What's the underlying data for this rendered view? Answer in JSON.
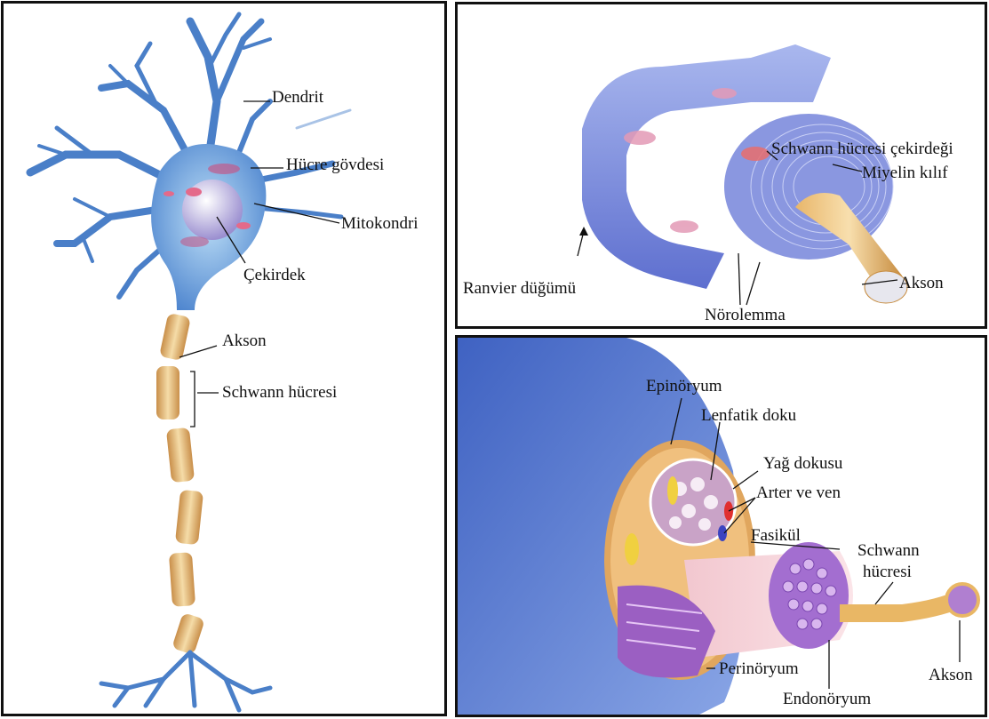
{
  "neuron": {
    "dendrit": "Dendrit",
    "hucre_govdesi": "Hücre gövdesi",
    "mitokondri": "Mitokondri",
    "cekirdek": "Çekirdek",
    "akson": "Akson",
    "schwann_hucresi": "Schwann hücresi"
  },
  "myelin": {
    "schwann_cekirdegi": "Schwann hücresi çekirdeği",
    "miyelin_kilif": "Miyelin kılıf",
    "ranvier": "Ranvier düğümü",
    "norolemma": "Nörolemma",
    "akson": "Akson"
  },
  "nerve": {
    "epinoryum": "Epinöryum",
    "lenfatik": "Lenfatik doku",
    "yag": "Yağ dokusu",
    "arter": "Arter ve ven",
    "fasikul": "Fasikül",
    "schwann_1": "Schwann",
    "schwann_2": "hücresi",
    "akson": "Akson",
    "perinoryum": "Perinöryum",
    "endonoryum": "Endonöryum"
  },
  "colors": {
    "neuron_blue": "#5b8fd0",
    "myelin_tan": "#e9c98d",
    "nerve_blue": "#6f8fd8",
    "fascicle_purple": "#b07fd0"
  }
}
